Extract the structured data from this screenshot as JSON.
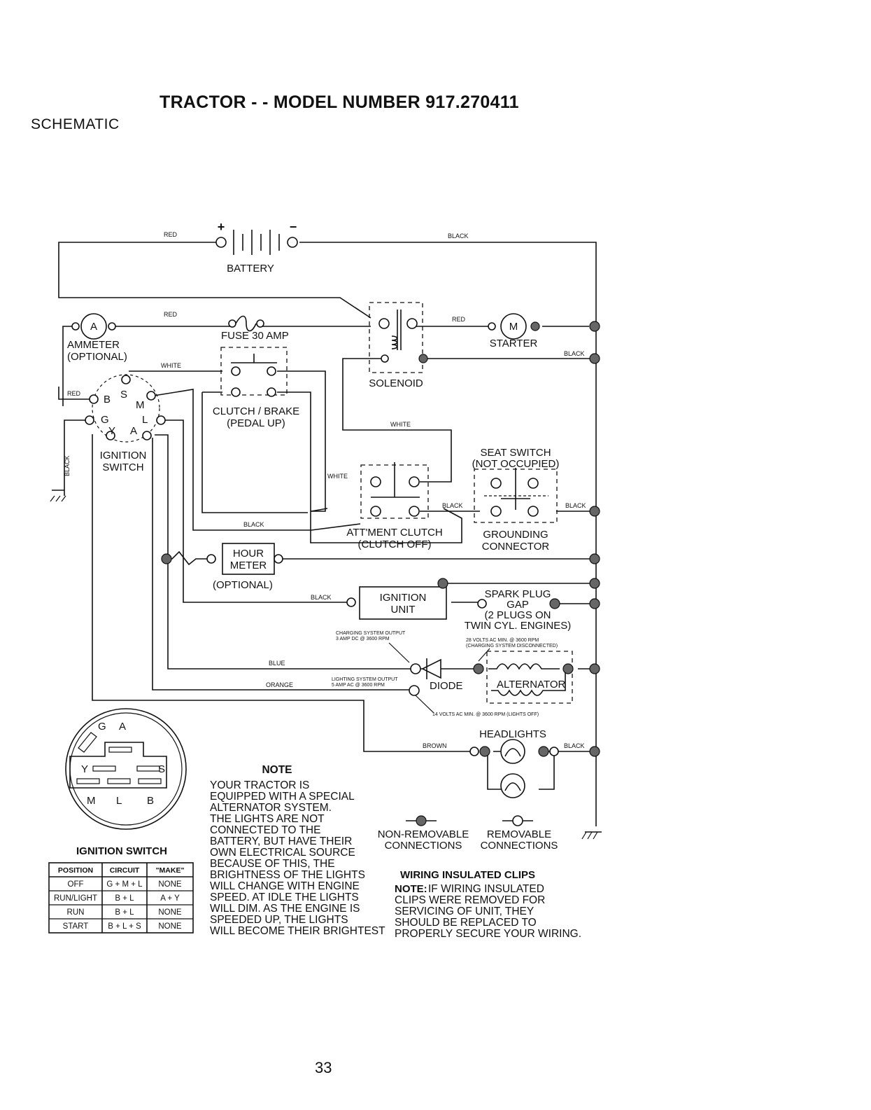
{
  "page": {
    "title": "TRACTOR - - MODEL NUMBER 917.270411",
    "section": "SCHEMATIC",
    "page_number": "33"
  },
  "components": {
    "battery": "BATTERY",
    "battery_plus": "+",
    "battery_minus": "−",
    "ammeter_symbol": "A",
    "ammeter": [
      "AMMETER",
      "(OPTIONAL)"
    ],
    "fuse": "FUSE 30 AMP",
    "starter_symbol": "M",
    "starter": "STARTER",
    "solenoid": "SOLENOID",
    "clutch_brake": [
      "CLUTCH / BRAKE",
      "(PEDAL UP)"
    ],
    "ignition_switch": [
      "IGNITION",
      "SWITCH"
    ],
    "ignition_terminals": [
      "B",
      "S",
      "M",
      "G",
      "L",
      "Y",
      "A"
    ],
    "seat_switch": [
      "SEAT SWITCH",
      "(NOT OCCUPIED)"
    ],
    "attachment_clutch": [
      "ATT'MENT CLUTCH",
      "(CLUTCH OFF)"
    ],
    "grounding_connector": [
      "GROUNDING",
      "CONNECTOR"
    ],
    "hour_meter": [
      "HOUR",
      "METER"
    ],
    "hour_meter_optional": "(OPTIONAL)",
    "ignition_unit": [
      "IGNITION",
      "UNIT"
    ],
    "spark_plug": [
      "SPARK PLUG",
      "GAP",
      "(2 PLUGS ON",
      "TWIN CYL. ENGINES)"
    ],
    "charging_output": [
      "CHARGING SYSTEM OUTPUT",
      "3 AMP DC @ 3600 RPM"
    ],
    "volts_ac_disconnected": [
      "28 VOLTS AC MIN. @ 3600 RPM",
      "(CHARGING SYSTEM DISCONNECTED)"
    ],
    "lighting_output": [
      "LIGHTING SYSTEM OUTPUT",
      "5 AMP AC @ 3600 RPM"
    ],
    "diode": "DIODE",
    "alternator": "ALTERNATOR",
    "volts_ac_lights_off": "14 VOLTS AC MIN. @ 3600 RPM (LIGHTS OFF)",
    "headlights": "HEADLIGHTS"
  },
  "wire_colors": {
    "red": "RED",
    "black": "BLACK",
    "white": "WHITE",
    "blue": "BLUE",
    "orange": "ORANGE",
    "brown": "BROWN"
  },
  "connector_diagram": {
    "pins": [
      "G",
      "A",
      "Y",
      "S",
      "M",
      "L",
      "B"
    ],
    "title": "IGNITION SWITCH"
  },
  "switch_table": {
    "headers": [
      "POSITION",
      "CIRCUIT",
      "\"MAKE\""
    ],
    "rows": [
      [
        "OFF",
        "G + M + L",
        "NONE"
      ],
      [
        "RUN/LIGHT",
        "B + L",
        "A + Y"
      ],
      [
        "RUN",
        "B + L",
        "NONE"
      ],
      [
        "START",
        "B + L + S",
        "NONE"
      ]
    ]
  },
  "note": {
    "heading": "NOTE",
    "lines": [
      "YOUR TRACTOR IS",
      "EQUIPPED WITH A SPECIAL",
      "ALTERNATOR SYSTEM.",
      "THE LIGHTS ARE NOT",
      "CONNECTED TO THE",
      "BATTERY, BUT HAVE THEIR",
      "OWN ELECTRICAL SOURCE",
      "BECAUSE OF THIS, THE",
      "BRIGHTNESS OF THE LIGHTS",
      "WILL CHANGE WITH ENGINE",
      "SPEED.  AT IDLE THE LIGHTS",
      "WILL DIM.  AS THE ENGINE IS",
      "SPEEDED UP, THE LIGHTS",
      "WILL BECOME THEIR BRIGHTEST"
    ]
  },
  "legend": {
    "non_removable": [
      "NON-REMOVABLE",
      "CONNECTIONS"
    ],
    "removable": [
      "REMOVABLE",
      "CONNECTIONS"
    ]
  },
  "clips": {
    "heading": "WIRING INSULATED CLIPS",
    "note_label": "NOTE:",
    "lines": [
      "IF WIRING INSULATED",
      "CLIPS WERE REMOVED FOR",
      "SERVICING OF UNIT, THEY",
      "SHOULD BE REPLACED TO",
      "PROPERLY SECURE YOUR WIRING."
    ]
  }
}
